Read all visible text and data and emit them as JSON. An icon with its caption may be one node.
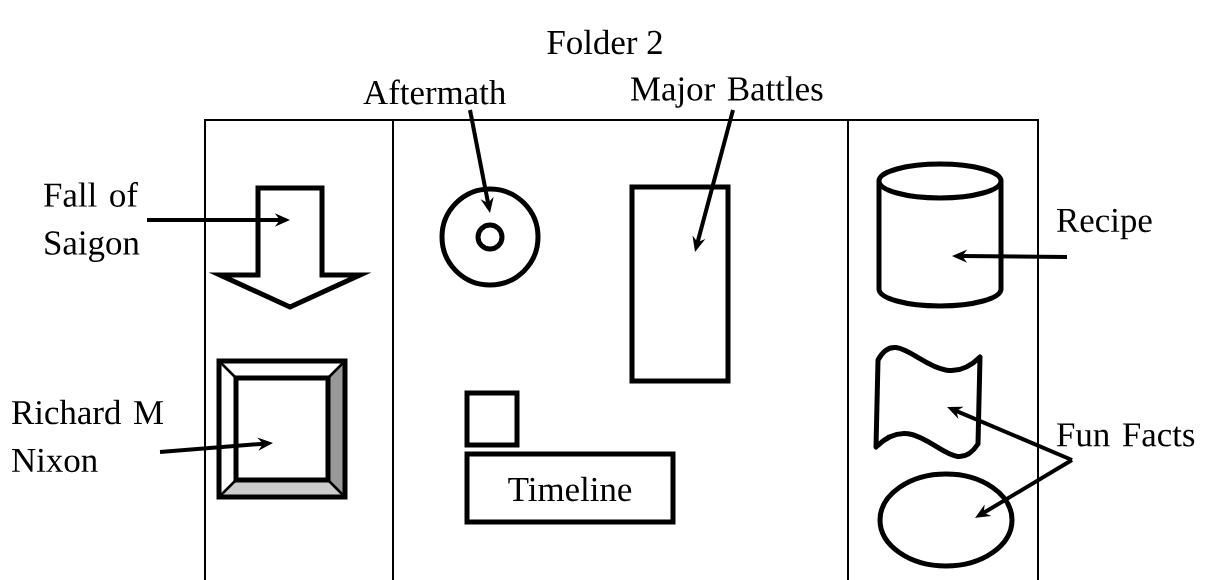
{
  "diagram": {
    "title": "Folder 2",
    "nodes": [
      {
        "text": [
          "Aftermath"
        ]
      },
      {
        "text": [
          "Major Battles"
        ]
      },
      {
        "text": [
          "Fall of Saigon"
        ]
      },
      {
        "text": [],
        "shape": "arrow"
      },
      {
        "text": [],
        "shape": "circle"
      },
      {
        "text": [],
        "shape": "box"
      },
      {
        "text": [],
        "shape": "cylinder"
      },
      {
        "text": [
          "Recipe"
        ]
      },
      {
        "text": [],
        "shape": "frame"
      },
      {
        "text": [],
        "shape": "wave"
      },
      {
        "text": [
          "Richard M Nixon"
        ]
      },
      {
        "text": [
          "Timeline"
        ]
      },
      {
        "text": [
          "Fun Facts"
        ]
      },
      {
        "text": [],
        "shape": "ellipse"
      }
    ],
    "edges": [
      {
        "from": 0,
        "to": 4,
        "arrow": "to"
      },
      {
        "from": 1,
        "to": 5,
        "arrow": "to"
      },
      {
        "from": 2,
        "to": 3,
        "arrow": "to"
      },
      {
        "from": 7,
        "to": 6,
        "arrow": "to"
      },
      {
        "from": 10,
        "to": 8,
        "arrow": "to"
      },
      {
        "from": 12,
        "to": 9,
        "arrow": "to"
      },
      {
        "from": 12,
        "to": 13,
        "arrow": "to"
      }
    ]
  }
}
